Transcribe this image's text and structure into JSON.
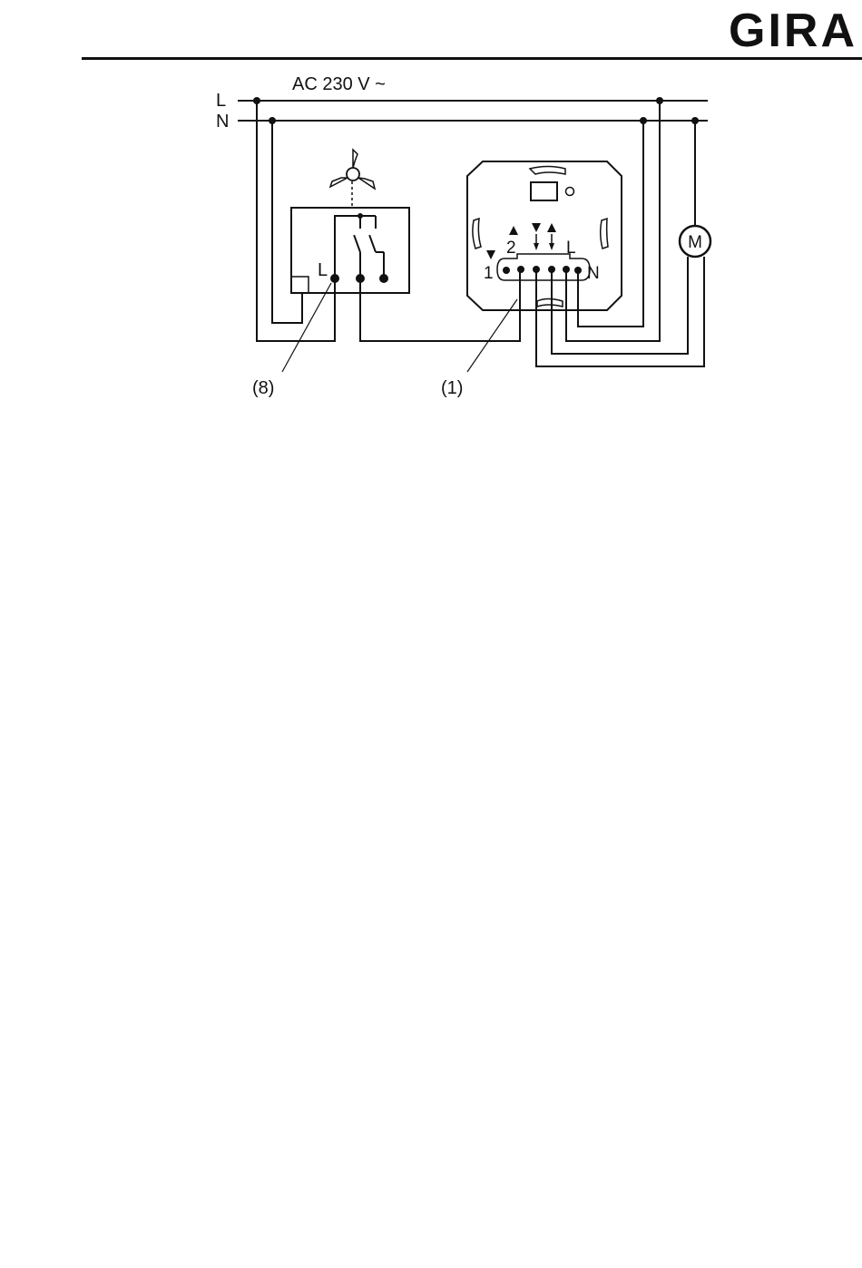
{
  "header": {
    "brand": "GIRA"
  },
  "diagram": {
    "supply_label": "AC 230 V ~",
    "line_L": "L",
    "line_N": "N",
    "sensor_terminal_L": "L",
    "device_terminal_1": "1",
    "device_terminal_2": "2",
    "device_terminal_L": "L",
    "device_terminal_N": "N",
    "motor_label": "M",
    "callout_sensor": "(8)",
    "callout_insert": "(1)"
  }
}
